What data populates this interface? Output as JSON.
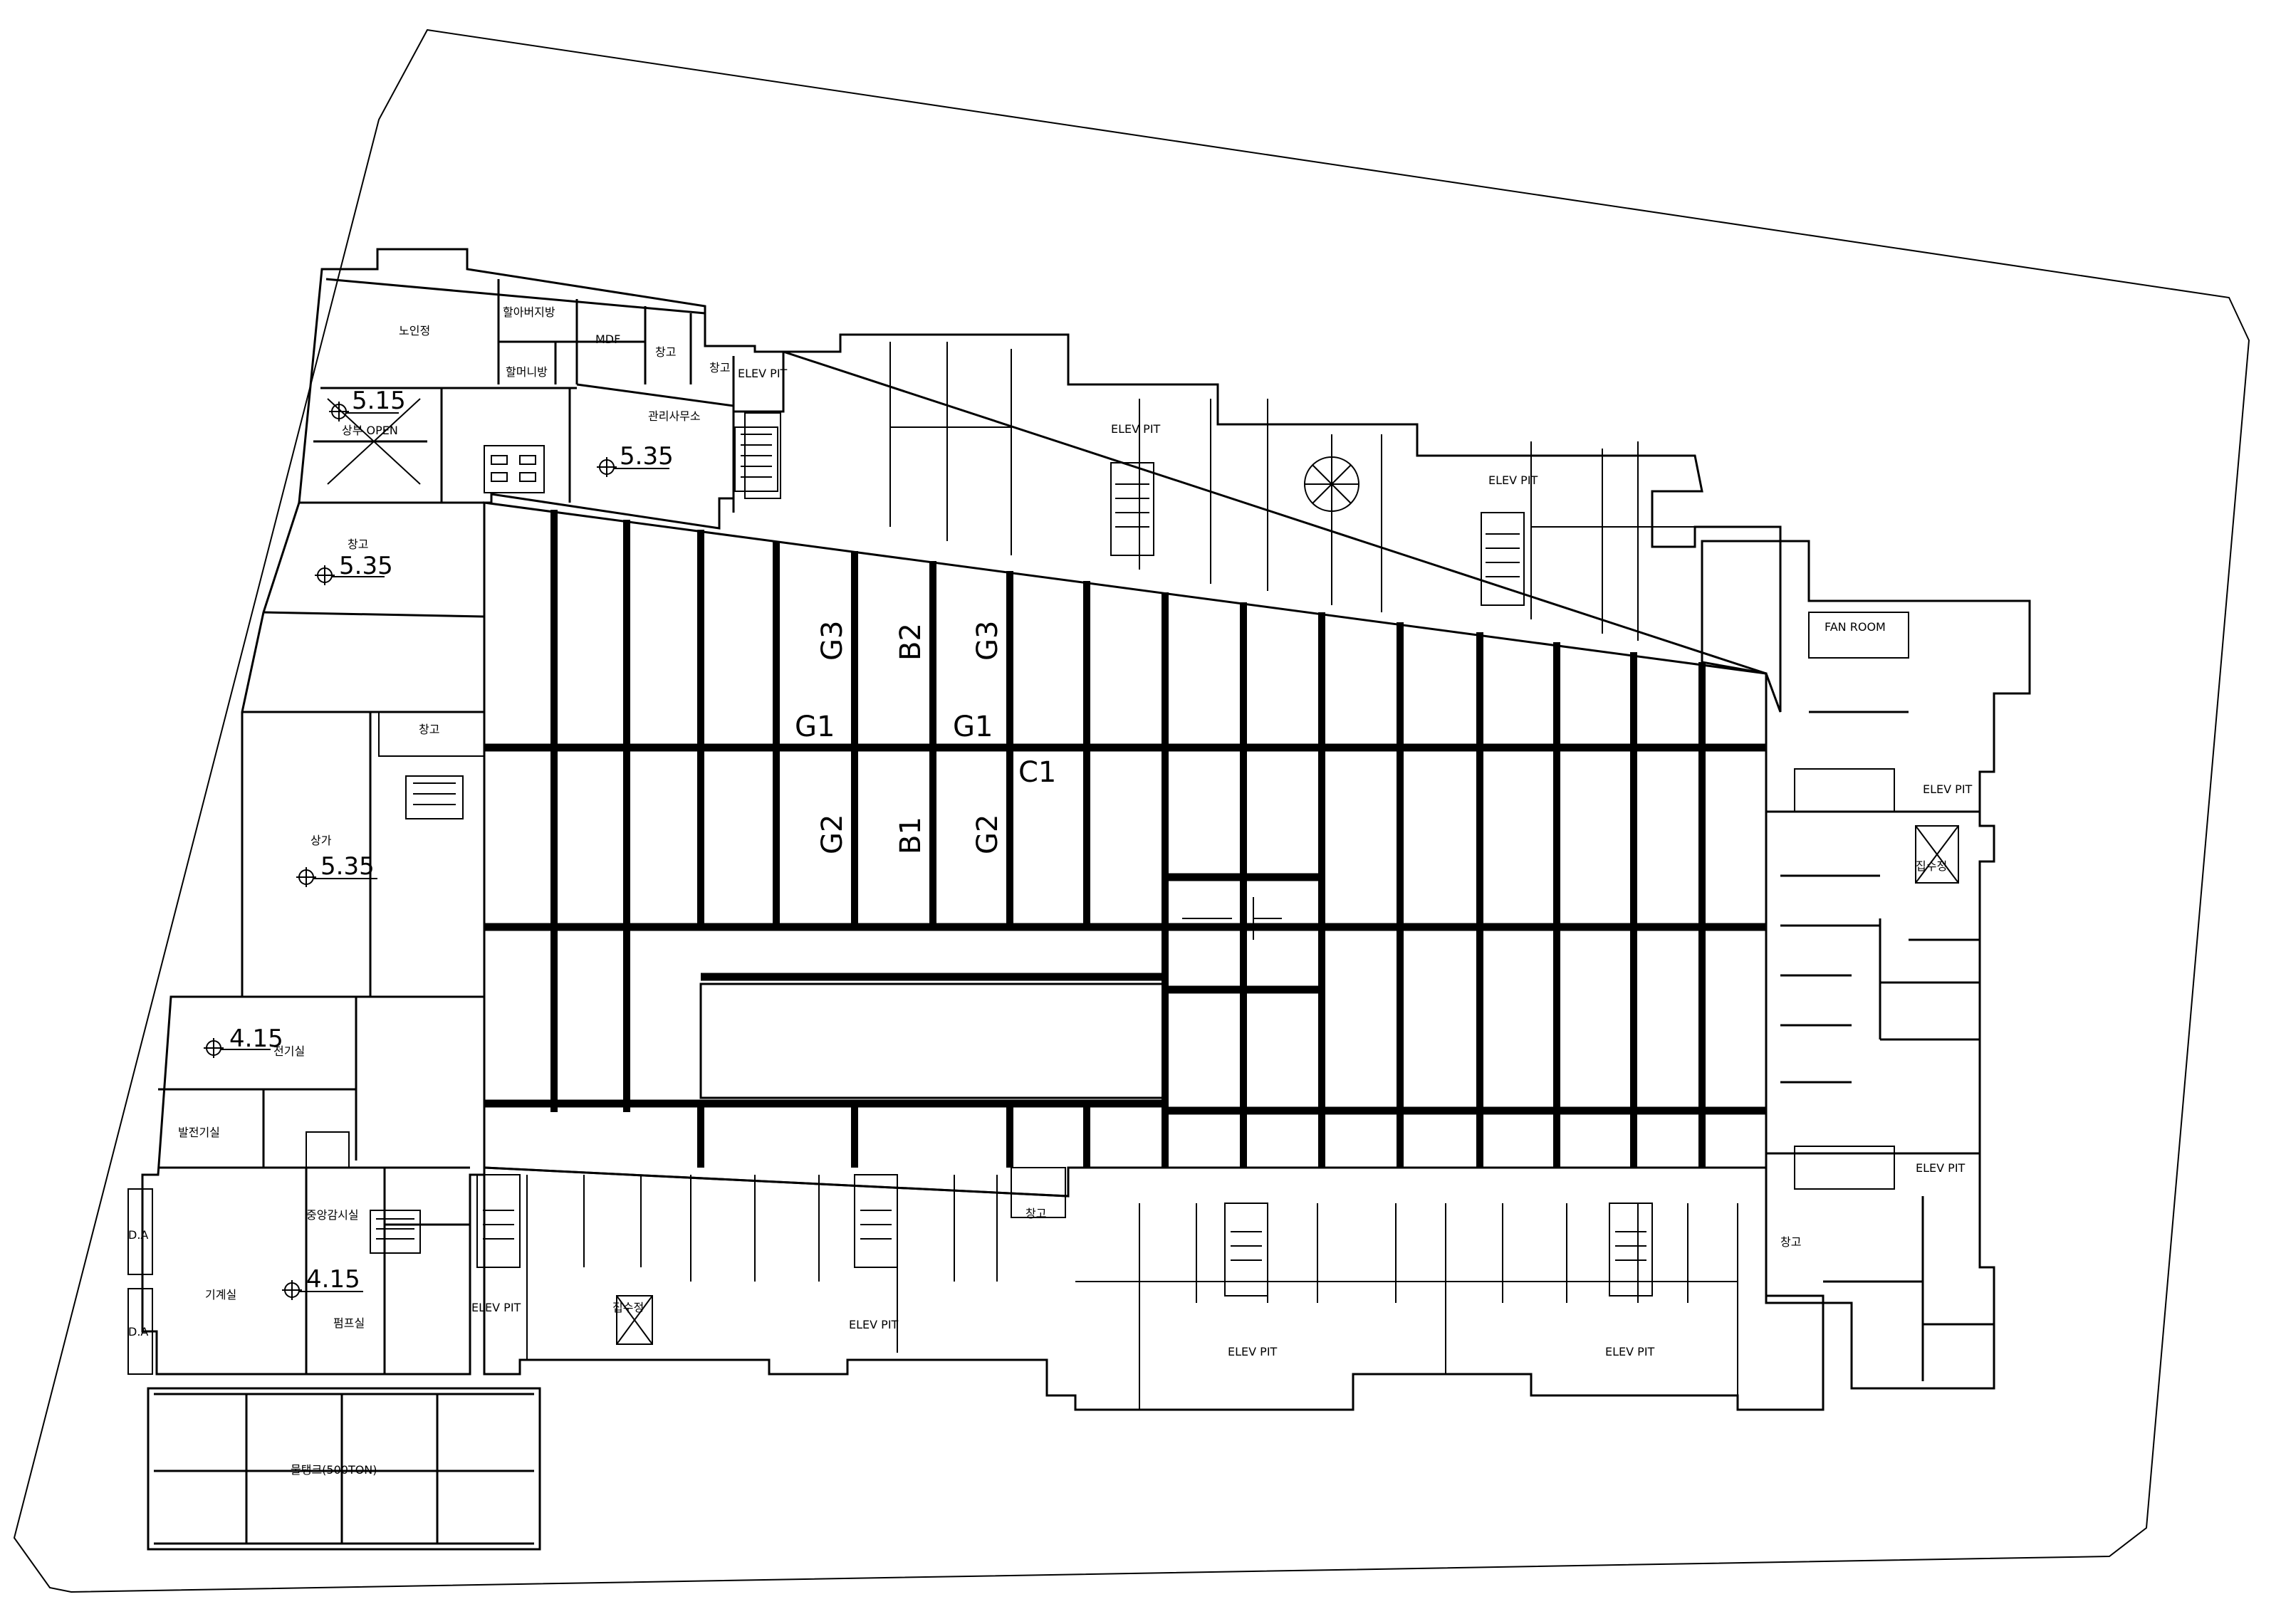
{
  "rooms": {
    "senior_center": "노인정",
    "grandpa_room": "할아버지방",
    "grandma_room": "할머니방",
    "mdf": "MDF",
    "storage": "창고",
    "storage_small": "창고",
    "elev_pit": "ELEV PIT",
    "management_office": "관리사무소",
    "upper_open": "상부 OPEN",
    "commercial": "상가",
    "electrical_room": "전기실",
    "generator_room": "발전기실",
    "central_monitoring": "중앙감시실",
    "machine_room": "기계실",
    "pump_room": "펌프실",
    "water_tank": "물탱크(500TON)",
    "fan_room": "FAN ROOM",
    "collection_pit": "집수정",
    "da": "D.A"
  },
  "levels": {
    "l515": "5.15",
    "l535": "5.35",
    "l415": "4.15"
  },
  "beams": {
    "g1": "G1",
    "g2": "G2",
    "g3": "G3",
    "b1": "B1",
    "b2": "B2",
    "c1": "C1"
  }
}
